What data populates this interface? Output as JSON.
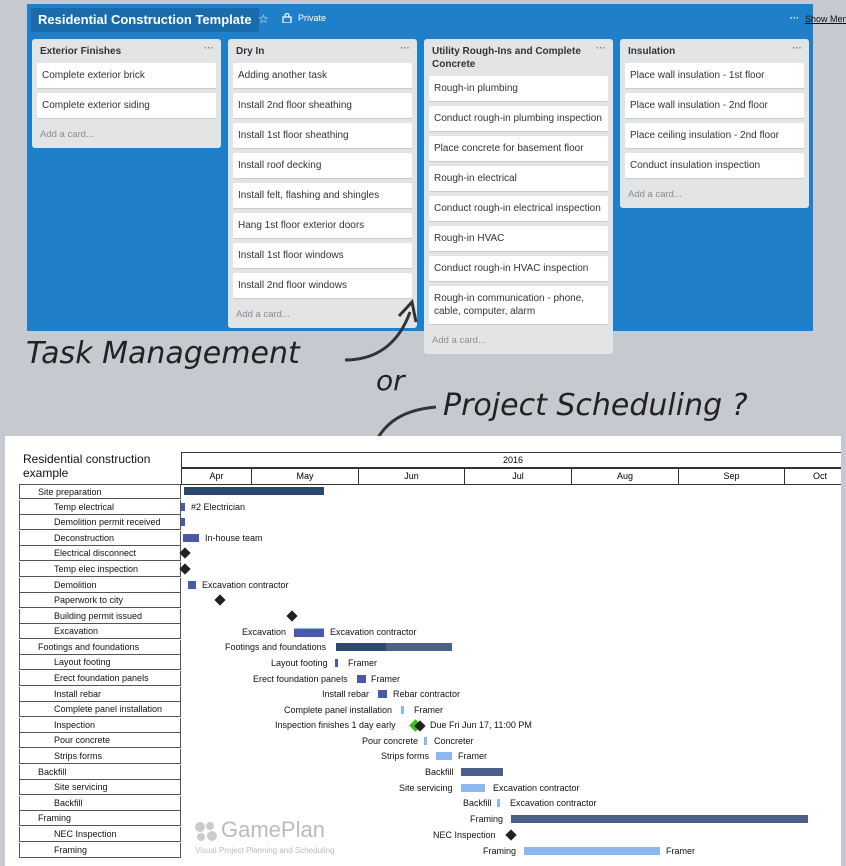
{
  "board": {
    "title": "Residential Construction Template",
    "visibility": "Private",
    "menu": "Show Menu",
    "lists": [
      {
        "title": "Exterior Finishes",
        "cards": [
          "Complete exterior brick",
          "Complete exterior siding"
        ],
        "add": "Add a card..."
      },
      {
        "title": "Dry In",
        "cards": [
          "Adding another task",
          "Install 2nd floor sheathing",
          "Install 1st floor sheathing",
          "Install roof decking",
          "Install felt, flashing and shingles",
          "Hang 1st floor exterior doors",
          "Install 1st floor windows",
          "Install 2nd floor windows"
        ],
        "add": "Add a card..."
      },
      {
        "title": "Utility Rough-Ins and Complete Concrete",
        "cards": [
          "Rough-in plumbing",
          "Conduct rough-in plumbing inspection",
          "Place concrete for basement floor",
          "Rough-in electrical",
          "Conduct rough-in electrical inspection",
          "Rough-in HVAC",
          "Conduct rough-in HVAC inspection",
          "Rough-in communication - phone, cable, computer, alarm"
        ],
        "add": "Add a card..."
      },
      {
        "title": "Insulation",
        "cards": [
          "Place wall insulation - 1st floor",
          "Place wall insulation - 2nd floor",
          "Place ceiling insulation - 2nd floor",
          "Conduct insulation inspection"
        ],
        "add": "Add a card..."
      }
    ]
  },
  "captions": {
    "task": "Task Management",
    "or": "or",
    "project": "Project Scheduling ?"
  },
  "gantt": {
    "title": "Residential construction example",
    "year": "2016",
    "months": [
      "Apr",
      "May",
      "Jun",
      "Jul",
      "Aug",
      "Sep",
      "Oct"
    ],
    "rows": [
      {
        "name": "Site preparation",
        "indent": 0
      },
      {
        "name": "Temp electrical",
        "indent": 1
      },
      {
        "name": "Demolition permit received",
        "indent": 1
      },
      {
        "name": "Deconstruction",
        "indent": 1
      },
      {
        "name": "Electrical disconnect",
        "indent": 1
      },
      {
        "name": "Temp elec inspection",
        "indent": 1
      },
      {
        "name": "Demolition",
        "indent": 1
      },
      {
        "name": "Paperwork to city",
        "indent": 1
      },
      {
        "name": "Building permit issued",
        "indent": 1
      },
      {
        "name": "Excavation",
        "indent": 1
      },
      {
        "name": "Footings and foundations",
        "indent": 0
      },
      {
        "name": "Layout footing",
        "indent": 1
      },
      {
        "name": "Erect foundation panels",
        "indent": 1
      },
      {
        "name": "Install rebar",
        "indent": 1
      },
      {
        "name": "Complete panel installation",
        "indent": 1
      },
      {
        "name": "Inspection",
        "indent": 1
      },
      {
        "name": "Pour concrete",
        "indent": 1
      },
      {
        "name": "Strips forms",
        "indent": 1
      },
      {
        "name": "Backfill",
        "indent": 0
      },
      {
        "name": "Site servicing",
        "indent": 1
      },
      {
        "name": "Backfill",
        "indent": 1
      },
      {
        "name": "Framing",
        "indent": 0
      },
      {
        "name": "NEC Inspection",
        "indent": 1
      },
      {
        "name": "Framing",
        "indent": 1
      }
    ],
    "labels": {
      "temp_elec": "#2 Electrician",
      "decon": "In-house team",
      "demolition": "Excavation contractor",
      "exc_left": "Excavation",
      "exc_right": "Excavation contractor",
      "foot_left": "Footings and foundations",
      "layout_left": "Layout footing",
      "layout_right": "Framer",
      "erect_left": "Erect foundation panels",
      "erect_right": "Framer",
      "rebar_left": "Install rebar",
      "rebar_right": "Rebar contractor",
      "panel_left": "Complete panel installation",
      "panel_right": "Framer",
      "insp_left": "Inspection finishes 1 day early",
      "insp_right": "Due Fri Jun 17, 11:00 PM",
      "pour_left": "Pour concrete",
      "pour_right": "Concreter",
      "strip_left": "Strips forms",
      "strip_right": "Framer",
      "backfill_left": "Backfill",
      "site_left": "Site servicing",
      "site_right": "Excavation contractor",
      "bf_left": "Backfill",
      "bf_right": "Excavation contractor",
      "framing_left": "Framing",
      "nec_left": "NEC Inspection",
      "fr_left": "Framing",
      "fr_right": "Framer"
    },
    "logo": {
      "name": "GamePlan",
      "tagline": "Visual Project Planning and Scheduling"
    }
  },
  "colors": {
    "board": "#1f7fc8",
    "bar_dark": "#2c4770",
    "bar_mid": "#4a5aa8",
    "bar_light": "#8db8ef",
    "milestone": "#222222",
    "milestone_done": "#35c21c"
  }
}
